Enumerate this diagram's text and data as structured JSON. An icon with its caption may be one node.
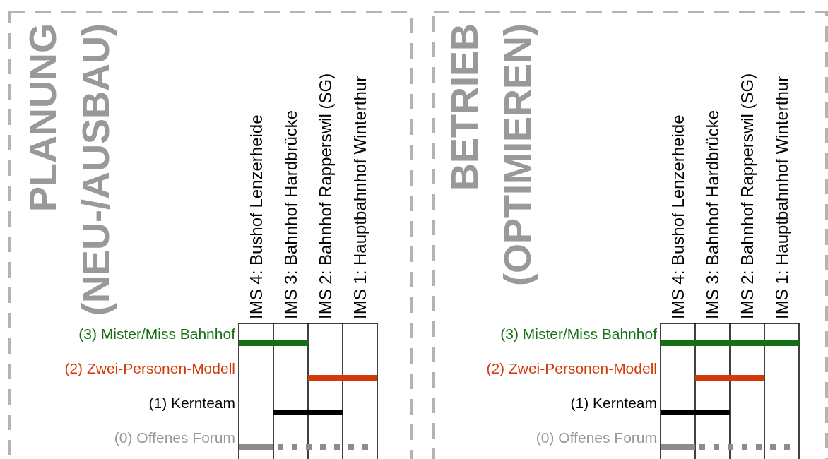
{
  "diagram": {
    "nodes": [
      {
        "text": [
          "PLANUNG (NEU-/AUSBAU)"
        ]
      },
      {
        "text": [],
        "shape": "bar",
        "in": 0
      },
      {
        "text": [],
        "shape": "bar",
        "in": 0
      },
      {
        "text": [],
        "shape": "bar",
        "in": 0
      },
      {
        "text": [],
        "shape": "bar",
        "in": 0
      },
      {
        "text": [
          "BETRIEB (OPTIMIEREN)"
        ]
      },
      {
        "text": [],
        "shape": "bar",
        "in": 5
      },
      {
        "text": [],
        "shape": "bar",
        "in": 5
      },
      {
        "text": [],
        "shape": "bar",
        "in": 5
      },
      {
        "text": [],
        "shape": "bar",
        "in": 5
      }
    ],
    "labels": [
      "IMS 4: Bushof Lenzerheide",
      "IMS 3: Bahnhof Hardbrücke",
      "IMS 2: Bahnhof Rapperswil (SG)",
      "IMS 1: Hauptbahnhof Winterthur",
      "(3) Mister/Miss Bahnhof",
      "(2) Zwei-Personen-Modell",
      "(1) Kernteam",
      "(0) Offenes Forum",
      "IMS 4: Bushof Lenzerheide",
      "IMS 3: Bahnhof Hardbrücke",
      "IMS 2: Bahnhof Rapperswil (SG)",
      "IMS 1: Hauptbahnhof Winterthur",
      "(3) Mister/Miss Bahnhof",
      "(2) Zwei-Personen-Modell",
      "(1) Kernteam",
      "(0) Offenes Forum"
    ]
  }
}
